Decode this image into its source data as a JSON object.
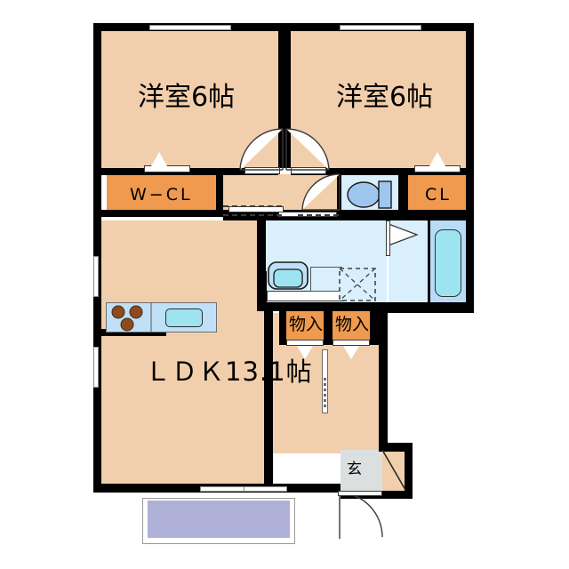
{
  "plan": {
    "type": "floor-plan",
    "title": "2LDK apartment floor plan",
    "colors": {
      "room_fill": "#f2cfac",
      "closet_fill": "#ef9a4e",
      "wet_fill": "#d9effc",
      "tub_fill": "#9de4f0",
      "balcony_fill": "#aeb0d8",
      "genkan_fill": "#dcdfe0",
      "kitchen_fill": "#bfe0f7",
      "wall": "#000000",
      "stove_burner": "#8a4b1e"
    },
    "rooms": [
      {
        "id": "bedroom_left",
        "label": "洋室6帖",
        "kind": "western-room"
      },
      {
        "id": "bedroom_right",
        "label": "洋室6帖",
        "kind": "western-room"
      },
      {
        "id": "ldk",
        "label": "ＬＤＫ13.1帖",
        "kind": "living-dining-kitchen"
      },
      {
        "id": "walk_closet",
        "label": "W−CL",
        "kind": "walk-in-closet"
      },
      {
        "id": "closet_right",
        "label": "CL",
        "kind": "closet"
      },
      {
        "id": "storage_left",
        "label": "物入",
        "kind": "storage"
      },
      {
        "id": "storage_right",
        "label": "物入",
        "kind": "storage"
      },
      {
        "id": "entrance",
        "label": "玄",
        "kind": "entrance-genkan"
      }
    ],
    "fixtures": [
      {
        "id": "toilet",
        "name": "toilet-fixture"
      },
      {
        "id": "vanity_sink",
        "name": "washbasin-fixture"
      },
      {
        "id": "washer_space",
        "name": "washing-machine-space"
      },
      {
        "id": "bathtub",
        "name": "bathtub-fixture"
      },
      {
        "id": "kitchen_sink",
        "name": "kitchen-sink"
      },
      {
        "id": "stove",
        "name": "three-burner-stove"
      },
      {
        "id": "balcony",
        "name": "balcony"
      }
    ],
    "labels": {
      "bedroom_left": "洋室6帖",
      "bedroom_right": "洋室6帖",
      "ldk": "ＬＤＫ13.1帖",
      "walk_closet": "W−CL",
      "closet_right": "CL",
      "storage_left": "物入",
      "storage_right": "物入",
      "entrance": "玄"
    }
  }
}
